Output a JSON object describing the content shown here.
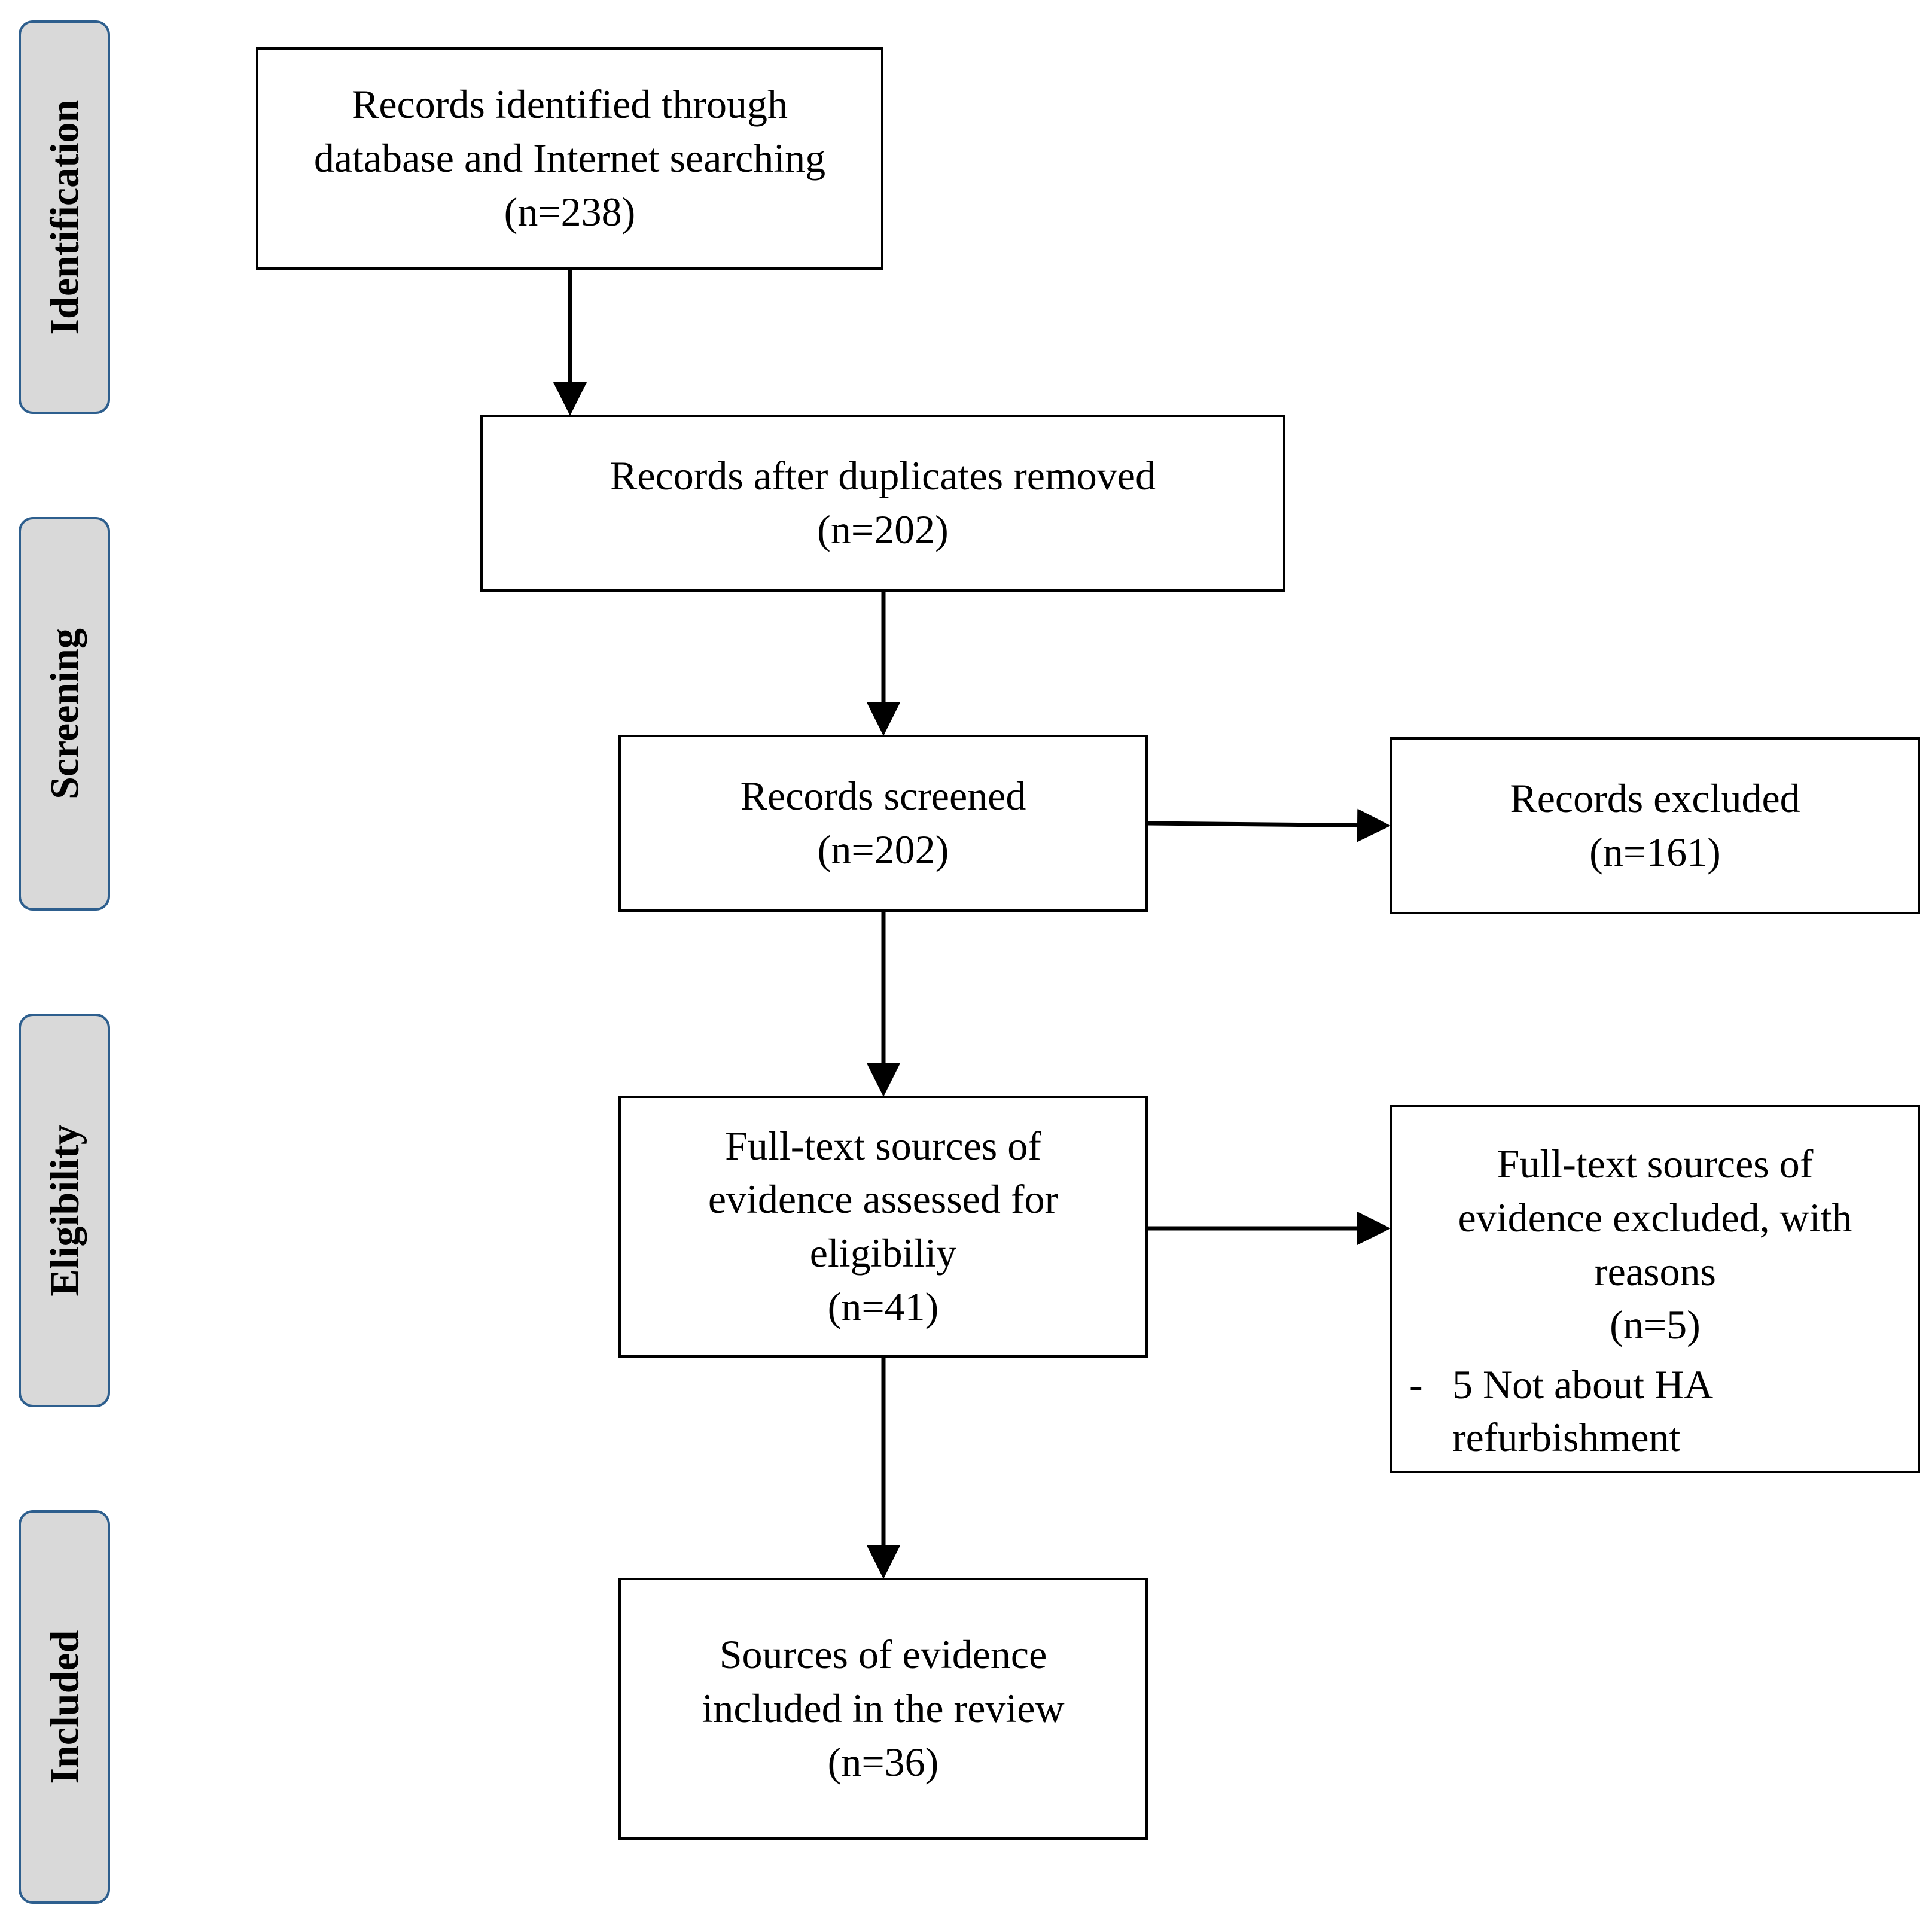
{
  "stages": {
    "identification": "Identification",
    "screening": "Screening",
    "eligibility": "Eligibility",
    "included": "Included"
  },
  "boxes": {
    "identified": {
      "line1": "Records identified through",
      "line2": "database and Internet searching",
      "count": "(n=238)"
    },
    "dupes_removed": {
      "line1": "Records after duplicates removed",
      "count": "(n=202)"
    },
    "screened": {
      "line1": "Records screened",
      "count": "(n=202)"
    },
    "excluded": {
      "line1": "Records excluded",
      "count": "(n=161)"
    },
    "fulltext": {
      "line1": "Full-text sources of",
      "line2": "evidence assessed for",
      "line3": "eligibiliy",
      "count": "(n=41)"
    },
    "fulltext_excluded": {
      "line1": "Full-text sources of",
      "line2": "evidence excluded, with",
      "line3": "reasons",
      "count": "(n=5)",
      "reason_bullet": "-",
      "reason_text": "5 Not about HA\nrefurbishment"
    },
    "included": {
      "line1": "Sources of evidence",
      "line2": "included in the review",
      "count": "(n=36)"
    }
  }
}
